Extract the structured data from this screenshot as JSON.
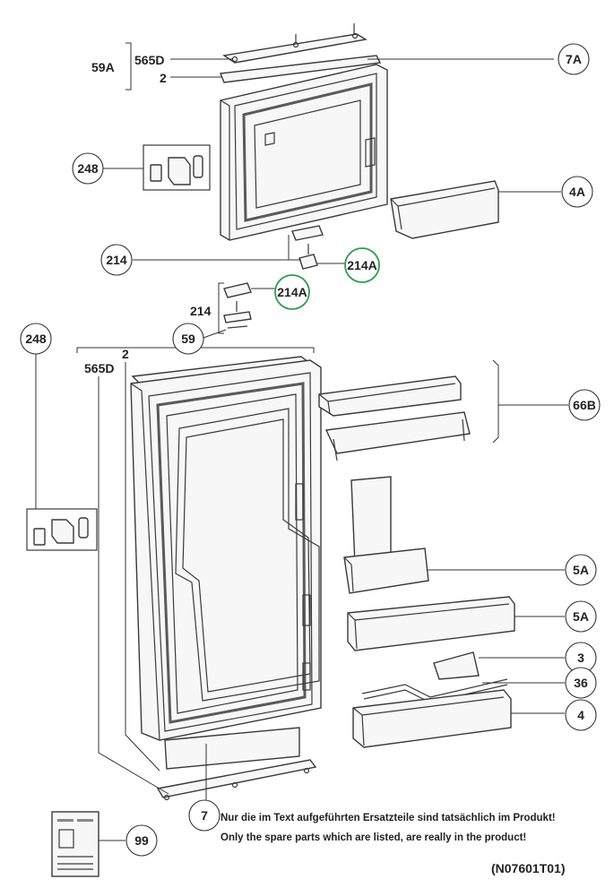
{
  "labels": {
    "l_59A": "59A",
    "l_565D_top": "565D",
    "l_2_top": "2",
    "l_7A": "7A",
    "l_248_top": "248",
    "l_4A": "4A",
    "l_214_top": "214",
    "l_214A_top": "214A",
    "l_214_mid": "214",
    "l_214A_mid": "214A",
    "l_59": "59",
    "l_248_left": "248",
    "l_565D_low": "565D",
    "l_2_low": "2",
    "l_66B": "66B",
    "l_5A_1": "5A",
    "l_5A_2": "5A",
    "l_3": "3",
    "l_36": "36",
    "l_4": "4",
    "l_7": "7",
    "l_99": "99"
  },
  "notes": {
    "de": "Nur die im Text aufgeführten Ersatzteile sind tatsächlich im Produkt!",
    "en": "Only the spare parts which are listed, are really in the product!"
  },
  "drawing_code": "(N07601T01)",
  "highlight_color": "#2e9e4f"
}
